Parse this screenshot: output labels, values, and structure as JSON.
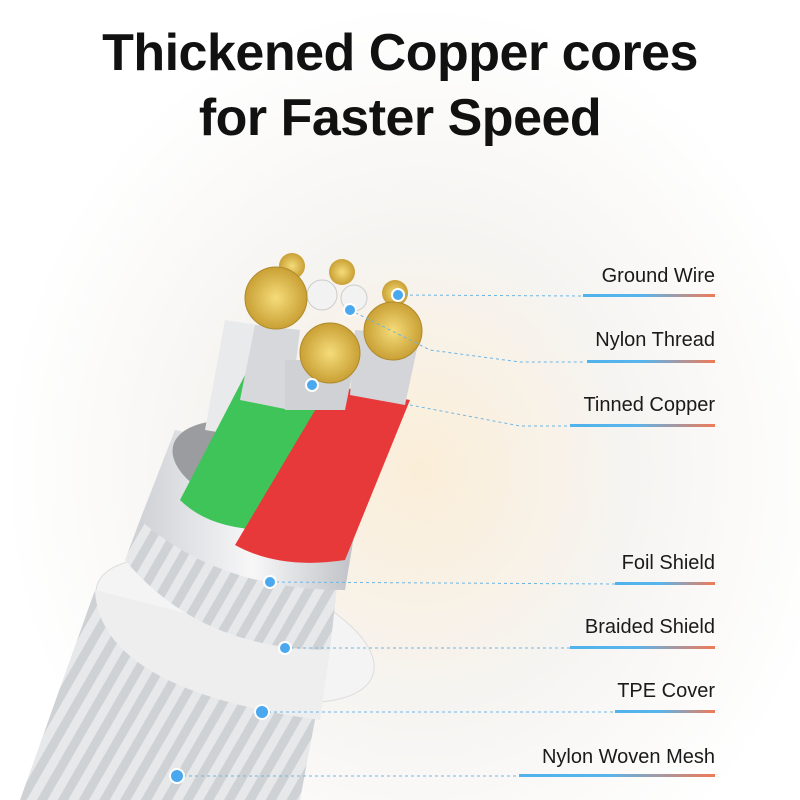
{
  "title": {
    "line1": "Thickened Copper cores",
    "line2": "for Faster Speed"
  },
  "labels": [
    {
      "name": "ground-wire",
      "text": "Ground Wire"
    },
    {
      "name": "nylon-thread",
      "text": "Nylon Thread"
    },
    {
      "name": "tinned-copper",
      "text": "Tinned Copper"
    },
    {
      "name": "foil-shield",
      "text": "Foil Shield"
    },
    {
      "name": "braided-shield",
      "text": "Braided Shield"
    },
    {
      "name": "tpe-cover",
      "text": "TPE Cover"
    },
    {
      "name": "nylon-woven-mesh",
      "text": "Nylon Woven Mesh"
    }
  ],
  "colors": {
    "dot": "#4aa8ee",
    "line_start": "#4fb3ec",
    "line_end": "#f07a55",
    "green_wire": "#3fc459",
    "red_wire": "#e8393a",
    "copper": "#e7c257"
  }
}
